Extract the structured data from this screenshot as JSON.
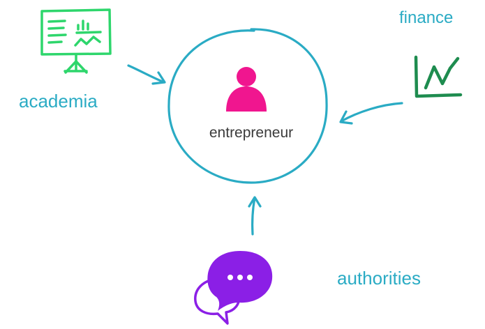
{
  "center": {
    "label": "entrepreneur",
    "icon": "person-icon"
  },
  "actors": [
    {
      "id": "finance",
      "label": "finance",
      "icon": "line-chart-icon"
    },
    {
      "id": "academia",
      "label": "academia",
      "icon": "presentation-board-icon"
    },
    {
      "id": "authorities",
      "label": "authorities",
      "icon": "speech-bubbles-icon"
    }
  ],
  "colors": {
    "accent": "#2aabc4",
    "label_text": "#2aabc4",
    "center_text": "#3a3a3a",
    "person": "#f0168f",
    "finance_icon": "#1e8c4f",
    "academia_icon": "#2ed66c",
    "authorities_icon": "#8b1fe6"
  }
}
